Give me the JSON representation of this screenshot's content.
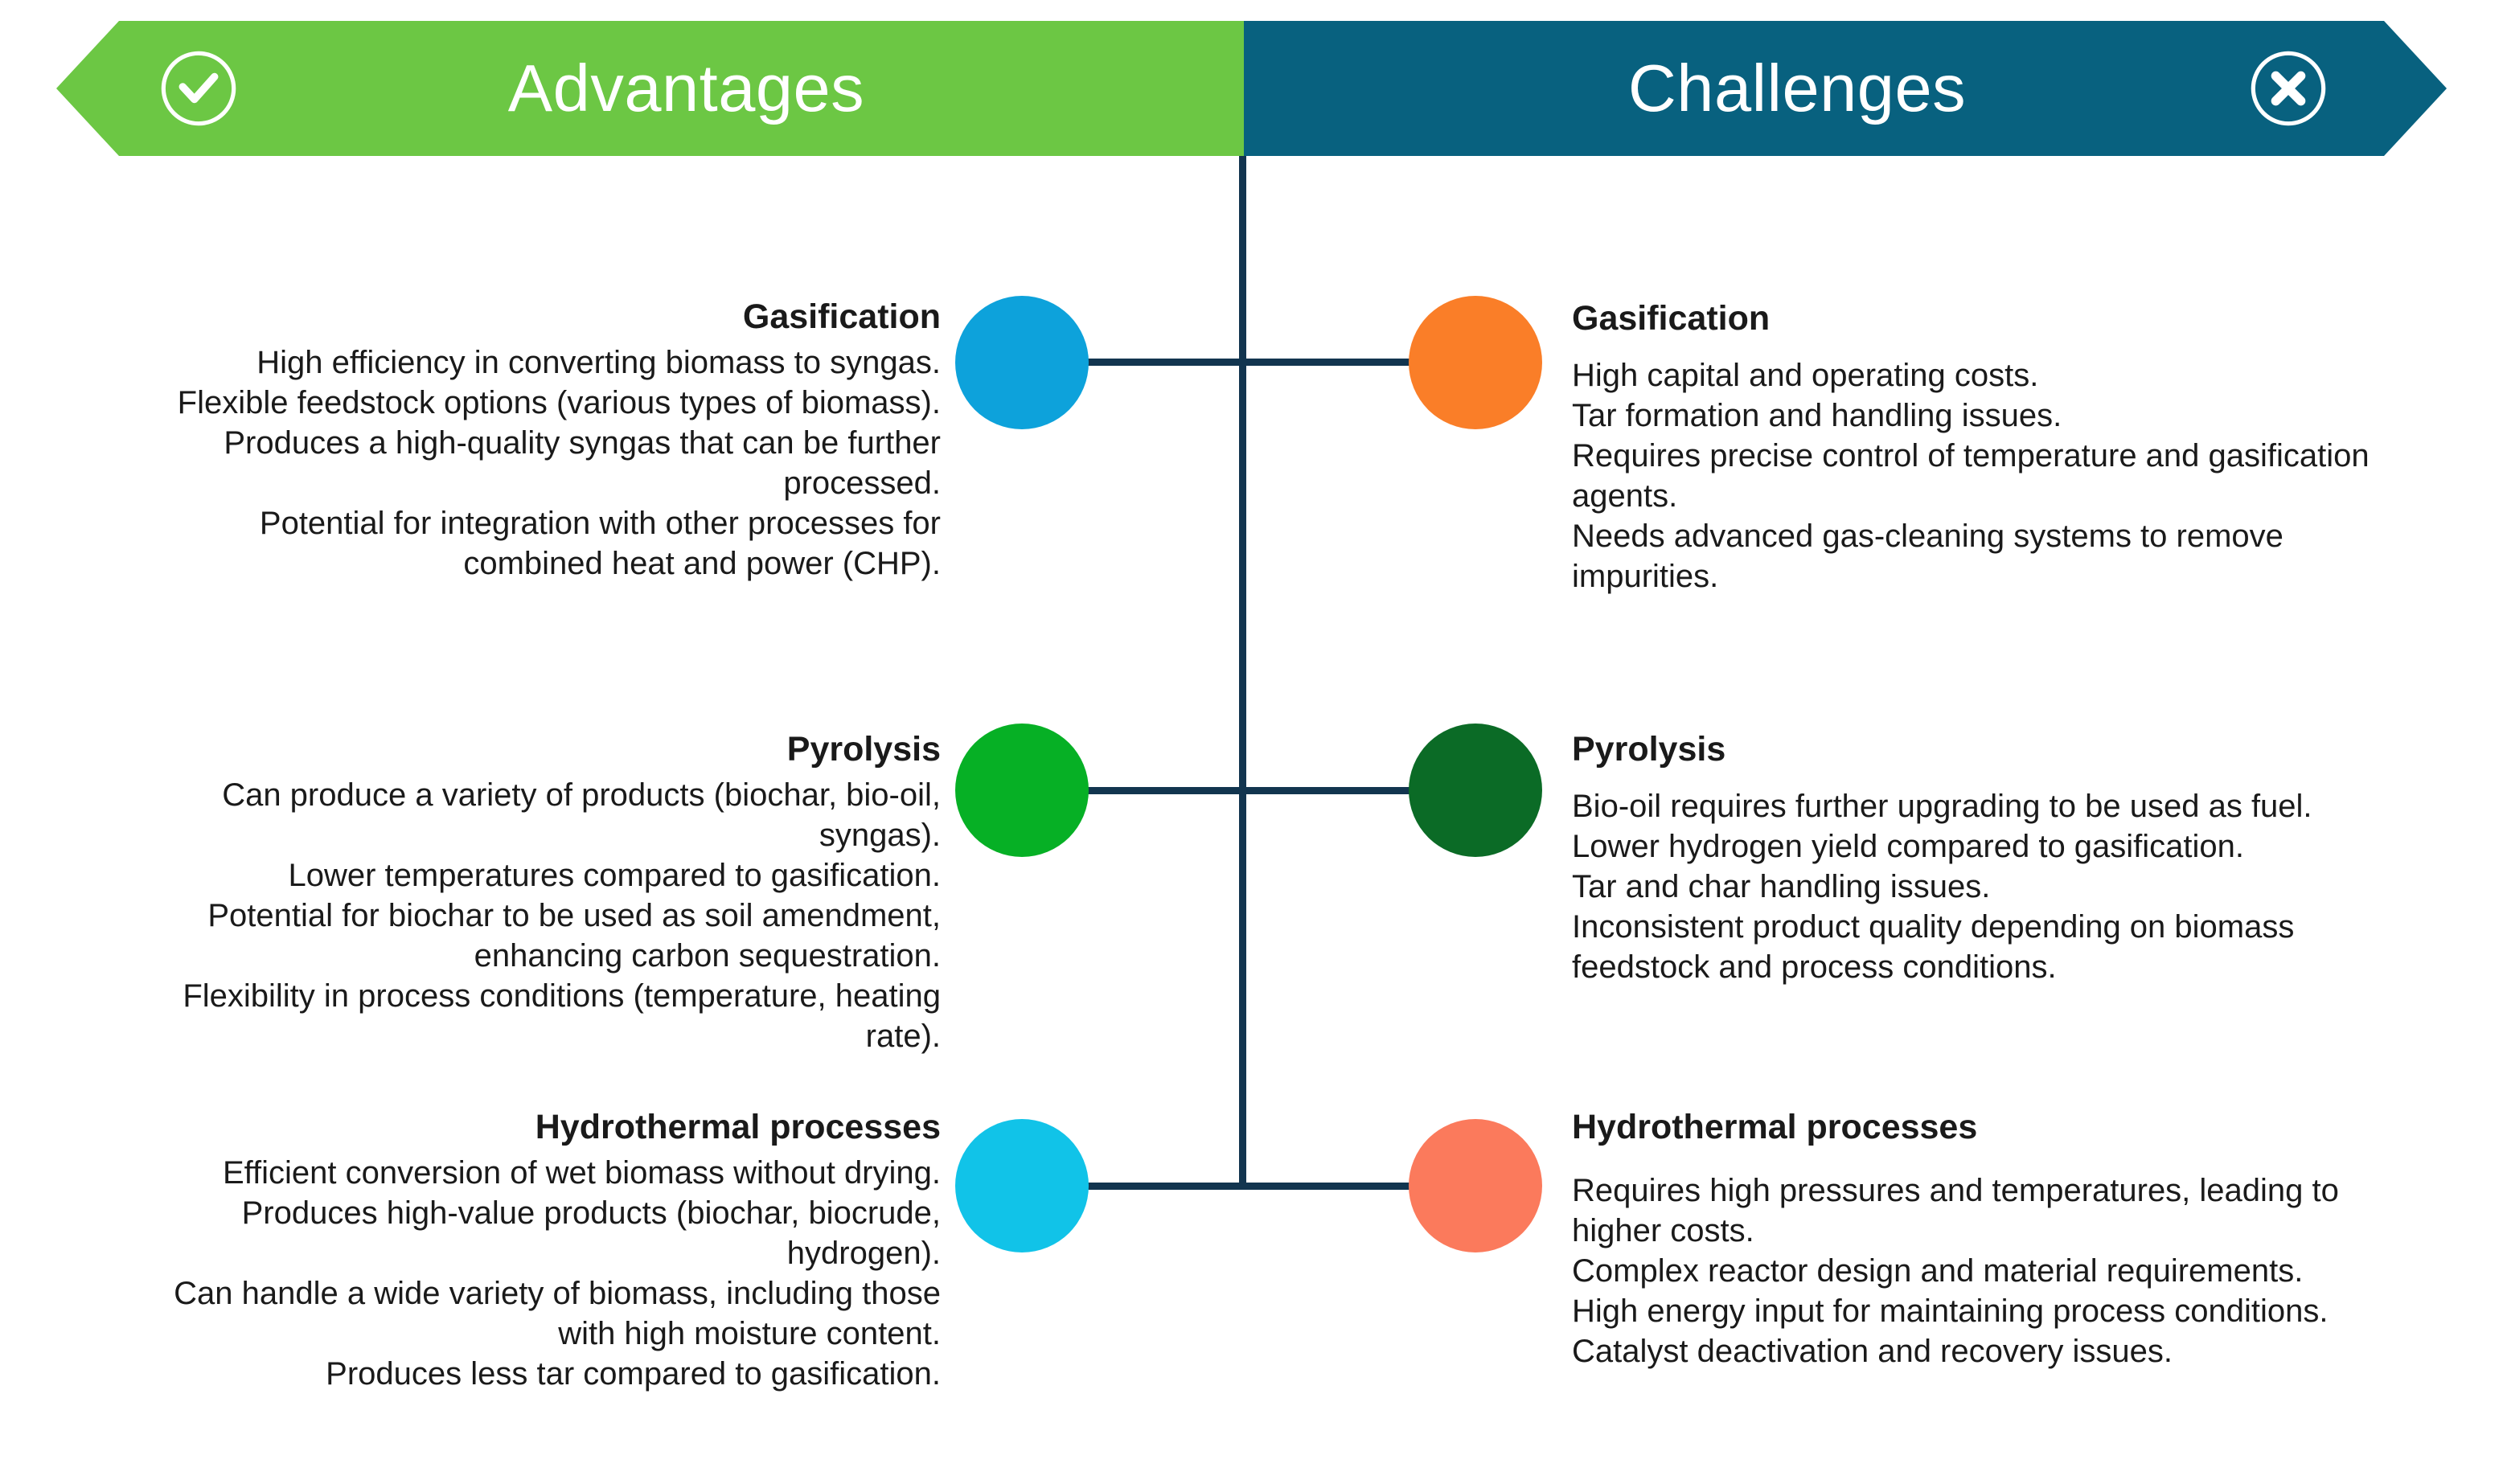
{
  "header": {
    "left": {
      "label": "Advantages",
      "icon": "check-circle-icon",
      "color": "#6CC744"
    },
    "right": {
      "label": "Challenges",
      "icon": "x-circle-icon",
      "color": "#08617F"
    }
  },
  "connector_color": "#12354F",
  "rows": [
    {
      "id": "gasification",
      "advantage": {
        "title": "Gasification",
        "lines": [
          "High efficiency in converting biomass to syngas.",
          "Flexible feedstock options (various types of biomass).",
          "Produces a high-quality syngas that can be further",
          "processed.",
          "Potential for integration with other processes for",
          "combined heat and power (CHP)."
        ],
        "dot_color": "#0DA2DB"
      },
      "challenge": {
        "title": "Gasification",
        "lines": [
          "High capital and operating costs.",
          "Tar formation and handling issues.",
          "Requires precise control of temperature and gasification",
          "agents.",
          "Needs advanced gas-cleaning systems to remove",
          "impurities."
        ],
        "dot_color": "#FA7E28"
      }
    },
    {
      "id": "pyrolysis",
      "advantage": {
        "title": "Pyrolysis",
        "lines": [
          "Can produce a variety of products (biochar, bio-oil,",
          "syngas).",
          "Lower temperatures compared to gasification.",
          "Potential for biochar to be used as soil amendment,",
          "enhancing carbon sequestration.",
          "Flexibility in process conditions (temperature, heating",
          "rate)."
        ],
        "dot_color": "#06B025"
      },
      "challenge": {
        "title": "Pyrolysis",
        "lines": [
          "Bio-oil requires further upgrading to be used as fuel.",
          "Lower hydrogen yield compared to gasification.",
          "Tar and char handling issues.",
          "Inconsistent product quality depending on biomass",
          "feedstock and process conditions."
        ],
        "dot_color": "#0B6B26"
      }
    },
    {
      "id": "hydrothermal",
      "advantage": {
        "title": "Hydrothermal processes",
        "lines": [
          "Efficient conversion of wet biomass without drying.",
          "Produces high-value products (biochar, biocrude,",
          "hydrogen).",
          "Can handle a wide variety of biomass, including those",
          "with high moisture content.",
          "Produces less tar compared to gasification."
        ],
        "dot_color": "#11C3E8"
      },
      "challenge": {
        "title": "Hydrothermal processes",
        "lines": [
          "Requires high pressures and temperatures, leading to",
          "higher costs.",
          "Complex reactor design and material requirements.",
          "High energy input for maintaining process conditions.",
          "Catalyst deactivation and recovery issues."
        ],
        "dot_color": "#FB7A5C"
      }
    }
  ]
}
